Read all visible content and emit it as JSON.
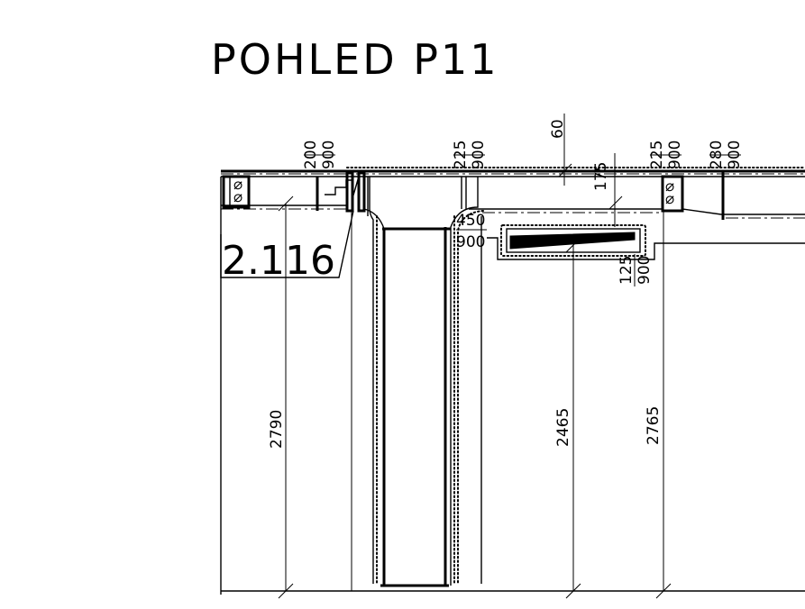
{
  "title": "POHLED P11",
  "room_label": "2.116",
  "dimensions": {
    "d200": "200",
    "d900a": "900",
    "d225a": "225",
    "d900b": "900",
    "d60": "60",
    "d175": "175",
    "d225b": "225",
    "d900c": "900",
    "d280": "280",
    "d900d": "900",
    "d450": "450",
    "d900e": "900",
    "d125": "125",
    "d900f": "900",
    "d2790": "2790",
    "d2465": "2465",
    "d2765": "2765"
  },
  "symbols": {
    "diameter_symbol": "⌀"
  }
}
